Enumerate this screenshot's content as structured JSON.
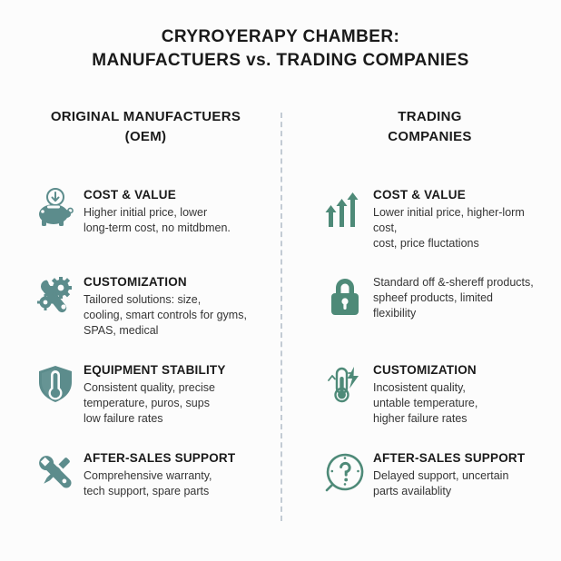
{
  "title": {
    "line1": "CRYROYERAPY CHAMBER:",
    "line2": "MANUFACTUERS vs. TRADING COMPANIES"
  },
  "colors": {
    "background": "#fcfcfc",
    "icon_teal": "#5c8c8c",
    "icon_green": "#4e8a78",
    "heading": "#1a1a1a",
    "body": "#353535",
    "divider": "#c3cbd4"
  },
  "left_column": {
    "header_line1": "ORIGINAL MANUFACTUERS",
    "header_line2": "(OEM)",
    "items": [
      {
        "icon": "piggy-bank-icon",
        "heading": "COST & VALUE",
        "body": "Higher initial price, lower\nlong-term cost, no mitdbmen."
      },
      {
        "icon": "wrench-gears-icon",
        "heading": "CUSTOMIZATION",
        "body": "Tailored solutions: size,\ncooling, smart controls for gyms,\nSPAS, medical"
      },
      {
        "icon": "thermometer-shield-icon",
        "heading": "EQUIPMENT STABILITY",
        "body": "Consistent quality, precise\ntemperature, puros, sups\nlow failure rates"
      },
      {
        "icon": "wrench-screwdriver-icon",
        "heading": "AFTER-SALES SUPPORT",
        "body": "Comprehensive warranty,\ntech support, spare parts"
      }
    ]
  },
  "right_column": {
    "header_line1": "TRADING",
    "header_line2": "COMPANIES",
    "items": [
      {
        "icon": "rising-bars-arrows-icon",
        "heading": "COST & VALUE",
        "body": "Lower initial price, higher-lorm cost,\ncost, price fluctations"
      },
      {
        "icon": "padlock-icon",
        "heading": "",
        "body": "Standard off &-shereff products,\nspheef products, limited\nflexibility"
      },
      {
        "icon": "thermometer-bolt-icon",
        "heading": "CUSTOMIZATION",
        "body": "Incosistent quality,\nuntable temperature,\nhigher failure rates"
      },
      {
        "icon": "question-bubble-icon",
        "heading": "AFTER-SALES SUPPORT",
        "body": "Delayed support, uncertain\nparts availablity"
      }
    ]
  }
}
